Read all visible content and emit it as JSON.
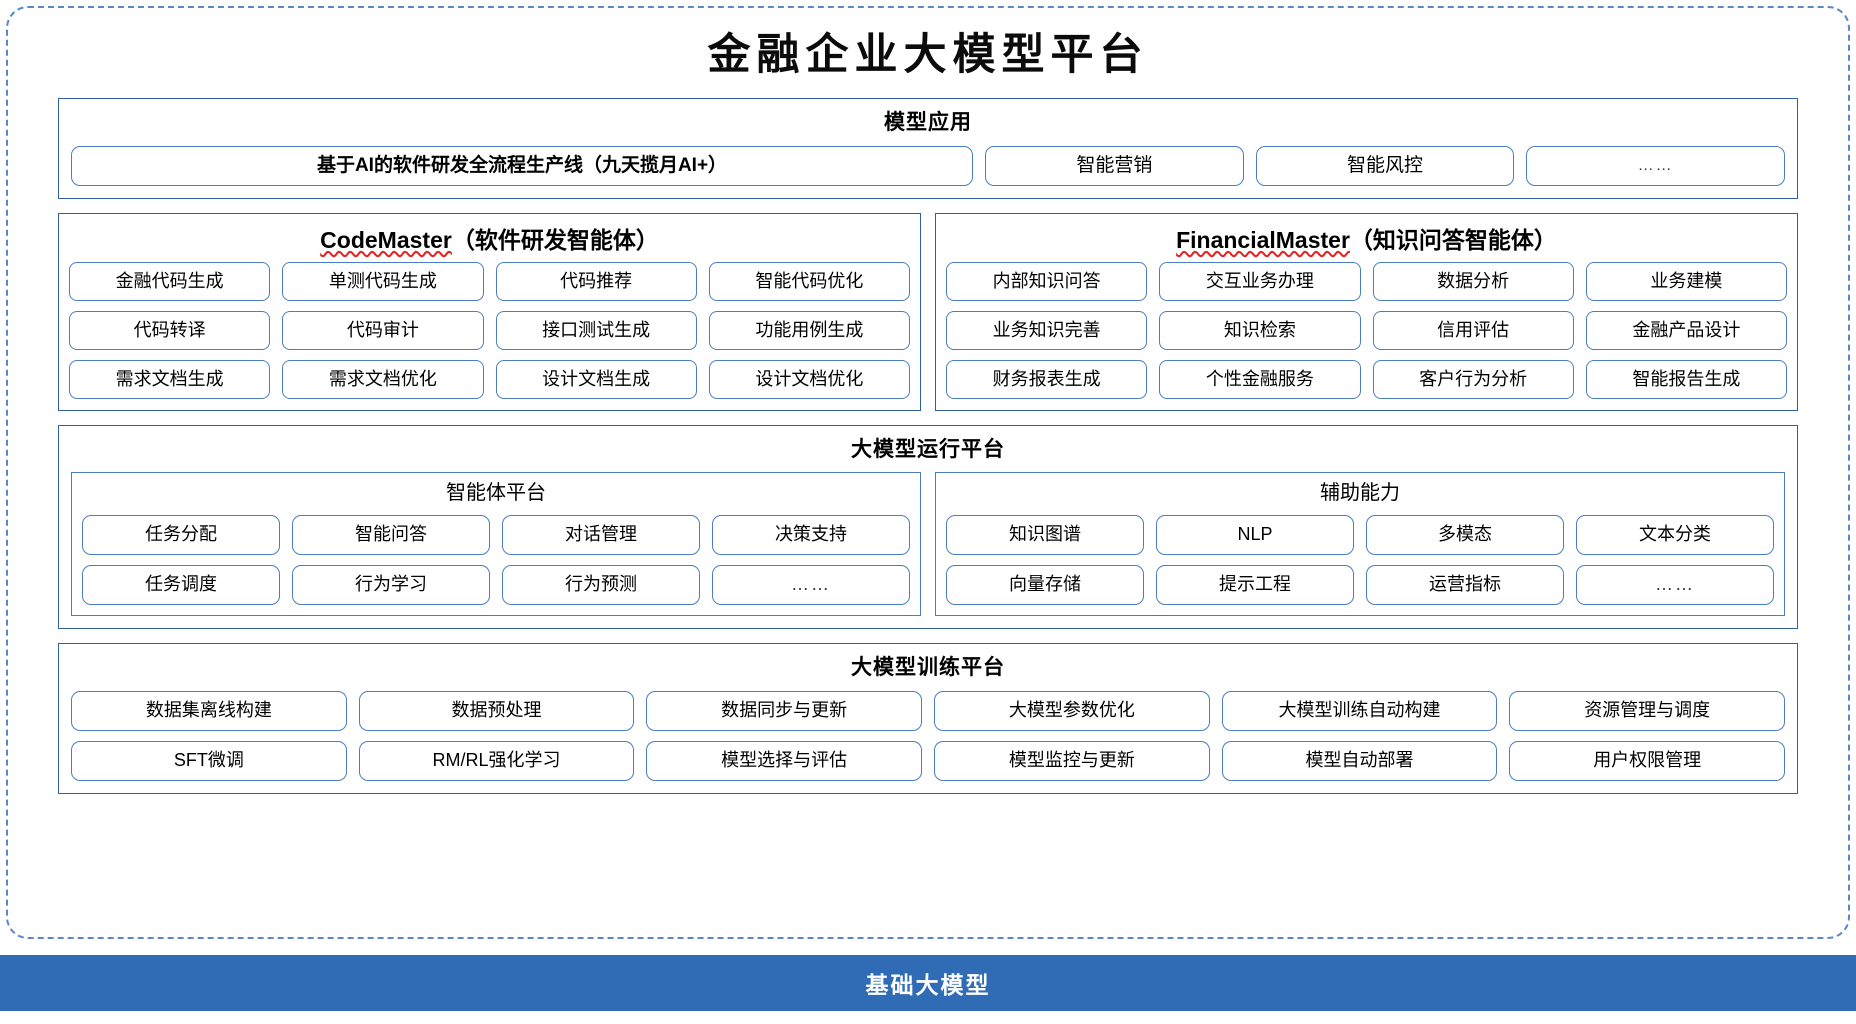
{
  "title": "金融企业大模型平台",
  "colors": {
    "accent_blue": "#2f6cb5",
    "border_blue": "#4a7ec0",
    "band_border": "#2f5f9e",
    "dashed_frame": "#5b86c9",
    "spellcheck_red": "#e8201f"
  },
  "model_application": {
    "title": "模型应用",
    "primary_app": "基于AI的软件研发全流程生产线（九天揽月AI+）",
    "apps": [
      "智能营销",
      "智能风控",
      "……"
    ]
  },
  "agents": [
    {
      "name": "CodeMaster",
      "suffix": "（软件研发智能体）",
      "rows": [
        [
          "金融代码生成",
          "单测代码生成",
          "代码推荐",
          "智能代码优化"
        ],
        [
          "代码转译",
          "代码审计",
          "接口测试生成",
          "功能用例生成"
        ],
        [
          "需求文档生成",
          "需求文档优化",
          "设计文档生成",
          "设计文档优化"
        ]
      ]
    },
    {
      "name": "FinancialMaster",
      "suffix": "（知识问答智能体）",
      "rows": [
        [
          "内部知识问答",
          "交互业务办理",
          "数据分析",
          "业务建模"
        ],
        [
          "业务知识完善",
          "知识检索",
          "信用评估",
          "金融产品设计"
        ],
        [
          "财务报表生成",
          "个性金融服务",
          "客户行为分析",
          "智能报告生成"
        ]
      ]
    }
  ],
  "runtime_platform": {
    "title": "大模型运行平台",
    "panels": [
      {
        "title": "智能体平台",
        "rows": [
          [
            "任务分配",
            "智能问答",
            "对话管理",
            "决策支持"
          ],
          [
            "任务调度",
            "行为学习",
            "行为预测",
            "……"
          ]
        ]
      },
      {
        "title": "辅助能力",
        "rows": [
          [
            "知识图谱",
            "NLP",
            "多模态",
            "文本分类"
          ],
          [
            "向量存储",
            "提示工程",
            "运营指标",
            "……"
          ]
        ]
      }
    ]
  },
  "training_platform": {
    "title": "大模型训练平台",
    "rows": [
      [
        "数据集离线构建",
        "数据预处理",
        "数据同步与更新",
        "大模型参数优化",
        "大模型训练自动构建",
        "资源管理与调度"
      ],
      [
        "SFT微调",
        "RM/RL强化学习",
        "模型选择与评估",
        "模型监控与更新",
        "模型自动部署",
        "用户权限管理"
      ]
    ]
  },
  "footer": {
    "label": "基础大模型"
  }
}
